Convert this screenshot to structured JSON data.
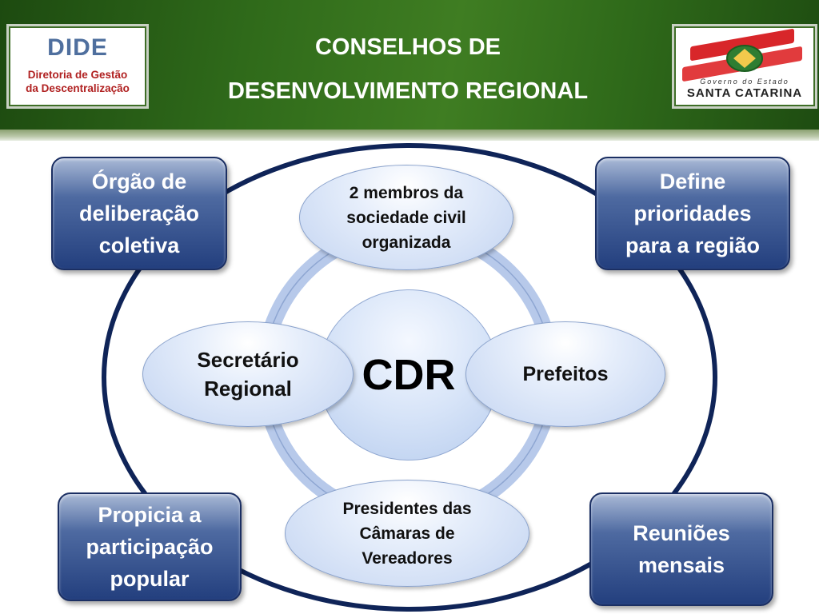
{
  "header": {
    "title_line1": "CONSELHOS DE",
    "title_line2": "DESENVOLVIMENTO REGIONAL",
    "left_logo": {
      "name": "DIDE",
      "line1": "Diretoria de Gestão",
      "line2": "da Descentralização"
    },
    "right_logo": {
      "line1": "Governo do Estado",
      "line2": "SANTA CATARINA"
    }
  },
  "diagram": {
    "center": "CDR",
    "nodes": {
      "top": "2 membros da sociedade civil organizada",
      "left": "Secretário Regional",
      "right": "Prefeitos",
      "bottom": "Presidentes das Câmaras de Vereadores"
    },
    "side_boxes": {
      "top_left": "Órgão de deliberação coletiva",
      "top_right": "Define prioridades para a região",
      "bottom_left": "Propicia a participação popular",
      "bottom_right": "Reuniões mensais"
    }
  },
  "colors": {
    "header_green": "#2f6a1a",
    "box_blue": "#233f7e",
    "ring_navy": "#0f2458",
    "node_fill": "#c3d4f1"
  }
}
